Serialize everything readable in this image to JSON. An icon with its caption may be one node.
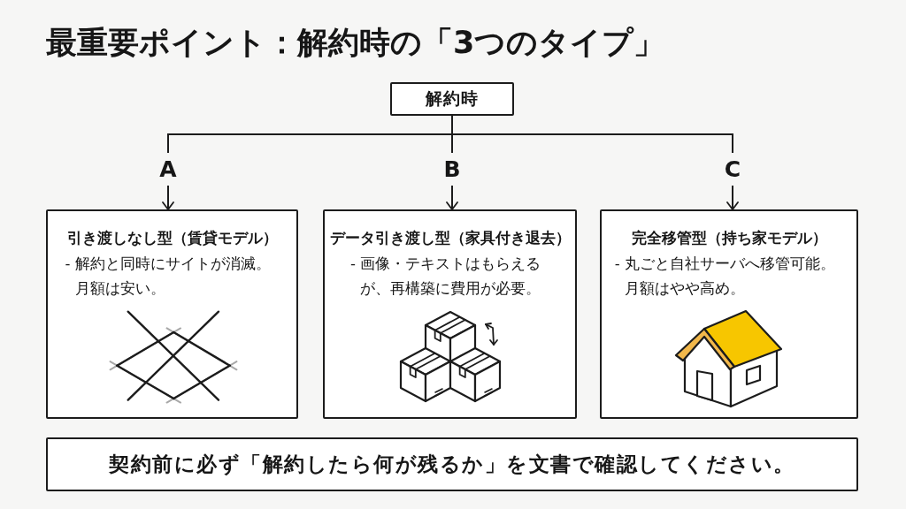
{
  "diagram": {
    "title": "最重要ポイント：解約時の「3つのタイプ」",
    "nodes": [
      {
        "text": [
          "解約時"
        ]
      },
      {
        "text": [
          "引き渡しなし型（賃貸モデル）",
          "- 解約と同時にサイトが消滅。月額は安い。"
        ]
      },
      {
        "text": [
          "データ引き渡し型（家具付き退去）",
          "- 画像・テキストはもらえるが、再構築に費用が必要。"
        ]
      },
      {
        "text": [
          "完全移管型（持ち家モデル）",
          "- 丸ごと自社サーバへ移管可能。月額はやや高め。"
        ]
      },
      {
        "text": [
          "契約前に必ず「解約したら何が残るか」を文書で確認してください。"
        ]
      }
    ],
    "edges": [
      {
        "from": 0,
        "to": 1,
        "arrow": "to",
        "label": "A"
      },
      {
        "from": 0,
        "to": 2,
        "arrow": "to",
        "label": "B"
      },
      {
        "from": 0,
        "to": 3,
        "arrow": "to",
        "label": "C"
      }
    ]
  }
}
